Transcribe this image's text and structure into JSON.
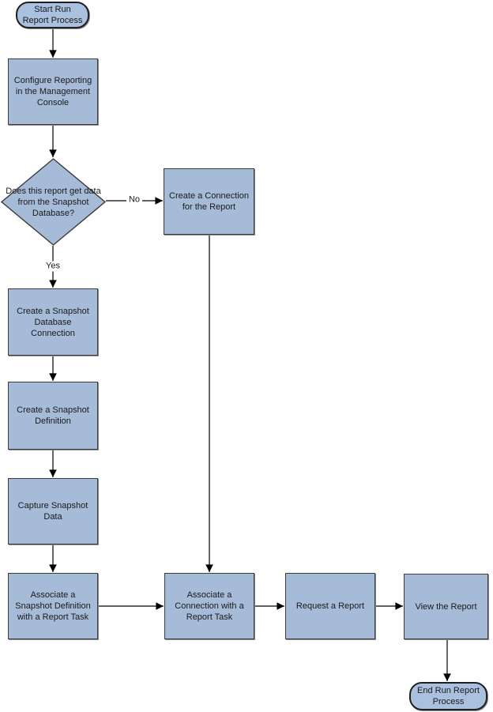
{
  "diagram": {
    "nodes": {
      "start": "Start Run Report Process",
      "configure": "Configure Reporting in the Management Console",
      "decision": "Does this report get data from the Snapshot Database?",
      "create_connection": "Create a Connection for the Report",
      "create_snapshot_db": "Create a Snapshot Database Connection",
      "create_snapshot_def": "Create a Snapshot Definition",
      "capture_snapshot": "Capture Snapshot Data",
      "associate_snapshot": "Associate a Snapshot Definition with a Report Task",
      "associate_connection": "Associate a Connection with a Report Task",
      "request_report": "Request a Report",
      "view_report": "View the Report",
      "end": "End Run Report Process"
    },
    "edge_labels": {
      "no": "No",
      "yes": "Yes"
    },
    "colors": {
      "node_fill": "#a6bbd8",
      "terminator_fill": "#a9c0de",
      "node_border": "#3b3b3b",
      "connector": "#000000",
      "background": "#ffffff",
      "text": "#1a1a1a"
    }
  }
}
